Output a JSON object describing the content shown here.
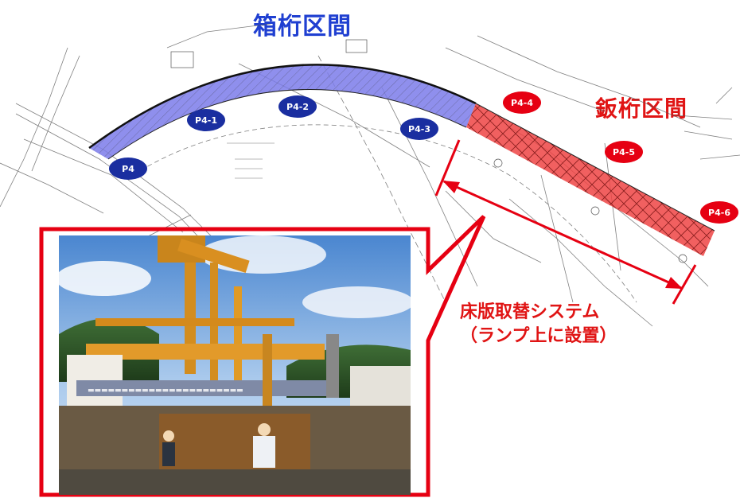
{
  "titles": {
    "box_girder_section": "箱桁区間",
    "plate_girder_section": "鈑桁区間"
  },
  "system_label": {
    "line1": "床版取替システム",
    "line2": "（ランプ上に設置）"
  },
  "piers": {
    "box": [
      "P4",
      "P4-1",
      "P4-2",
      "P4-3"
    ],
    "plate": [
      "P4-4",
      "P4-5",
      "P4-6"
    ]
  },
  "colors": {
    "box_girder_fill": "#7b7bea",
    "plate_girder_fill": "#ee4444",
    "box_pier_marker": "#1a2ea0",
    "plate_pier_marker": "#e60012",
    "title_blue": "#1f3fd1",
    "title_red": "#e01414",
    "callout_red": "#e60012"
  },
  "photo": {
    "description_icon": "construction-site-photo"
  }
}
